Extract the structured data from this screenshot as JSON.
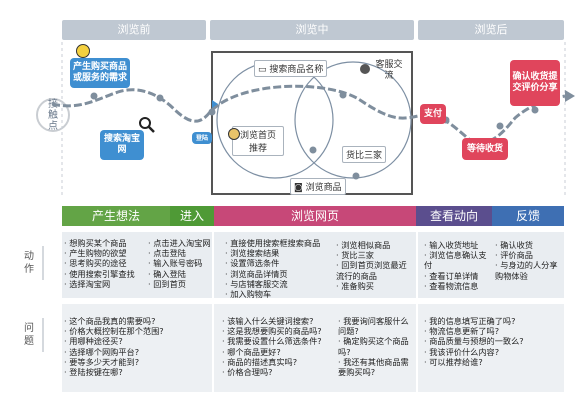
{
  "phases": {
    "before": "浏览前",
    "during": "浏览中",
    "after": "浏览后"
  },
  "side": {
    "touch": "接触点",
    "action": "动作",
    "question": "问题"
  },
  "nodes": {
    "need": "产生购买商品或服务的需求",
    "search_site": "搜索淘宝网",
    "login": "登陆",
    "search_name": "搜索商品名称",
    "home_rec": "浏览首页推荐",
    "service": "客服交流",
    "compare": "货比三家",
    "browse": "浏览商品",
    "pay": "支付",
    "wait": "等待收货",
    "confirm": "确认收货提交评价分享"
  },
  "stages": [
    {
      "label": "产生想法",
      "color": "#63a446"
    },
    {
      "label": "进入",
      "color": "#4f9a36"
    },
    {
      "label": "浏览网页",
      "color": "#c74878"
    },
    {
      "label": "查看动向",
      "color": "#5b4e8e"
    },
    {
      "label": "反馈",
      "color": "#3e6fb3"
    }
  ],
  "actions": {
    "col1": [
      "想购买某个商品",
      "产生购物的欲望",
      "思考购买的途径",
      "使用搜索引擎查找",
      "选择淘宝网"
    ],
    "col2": [
      "点击进入淘宝网",
      "点击登陆",
      "输入账号密码",
      "确入登陆",
      "回到首页"
    ],
    "col3": [
      "直接使用搜索框搜索商品",
      "浏览搜索结果",
      "设置筛选条件",
      "浏览商品详情页",
      "与店铺客服交流",
      "加入购物车"
    ],
    "col4": [
      "浏览相似商品",
      "货比三家",
      "回到首页浏览最近流行的商品",
      "准备购买"
    ],
    "col5": [
      "输入收货地址",
      "浏览信息确认支付",
      "查看订单详情",
      "查看物流信息"
    ],
    "col6": [
      "确认收货",
      "评价商品",
      "与身边的人分享购物体验"
    ]
  },
  "questions": {
    "col1": [
      "这个商品我真的需要吗?",
      "价格大概控制在那个范围?",
      "用哪种途径买?",
      "选择哪个网购平台?",
      "要等多少天才能到?",
      "登陆按键在哪?"
    ],
    "col2": [
      "该输入什么关键词搜索?",
      "这是我想要购买的商品吗?",
      "我需要设置什么筛选条件?",
      "哪个商品更好?",
      "商品的描述真实吗?",
      "价格合理吗?"
    ],
    "col3": [
      "我要询问客服什么问题?",
      "确定购买这个商品吗?",
      "我还有其他商品需要购买吗?"
    ],
    "col4": [
      "我的信息填写正确了吗?",
      "物流信息更新了吗?",
      "商品质量与预想的一致么?",
      "我该评价什么内容?",
      "可以推荐给谁?"
    ]
  }
}
